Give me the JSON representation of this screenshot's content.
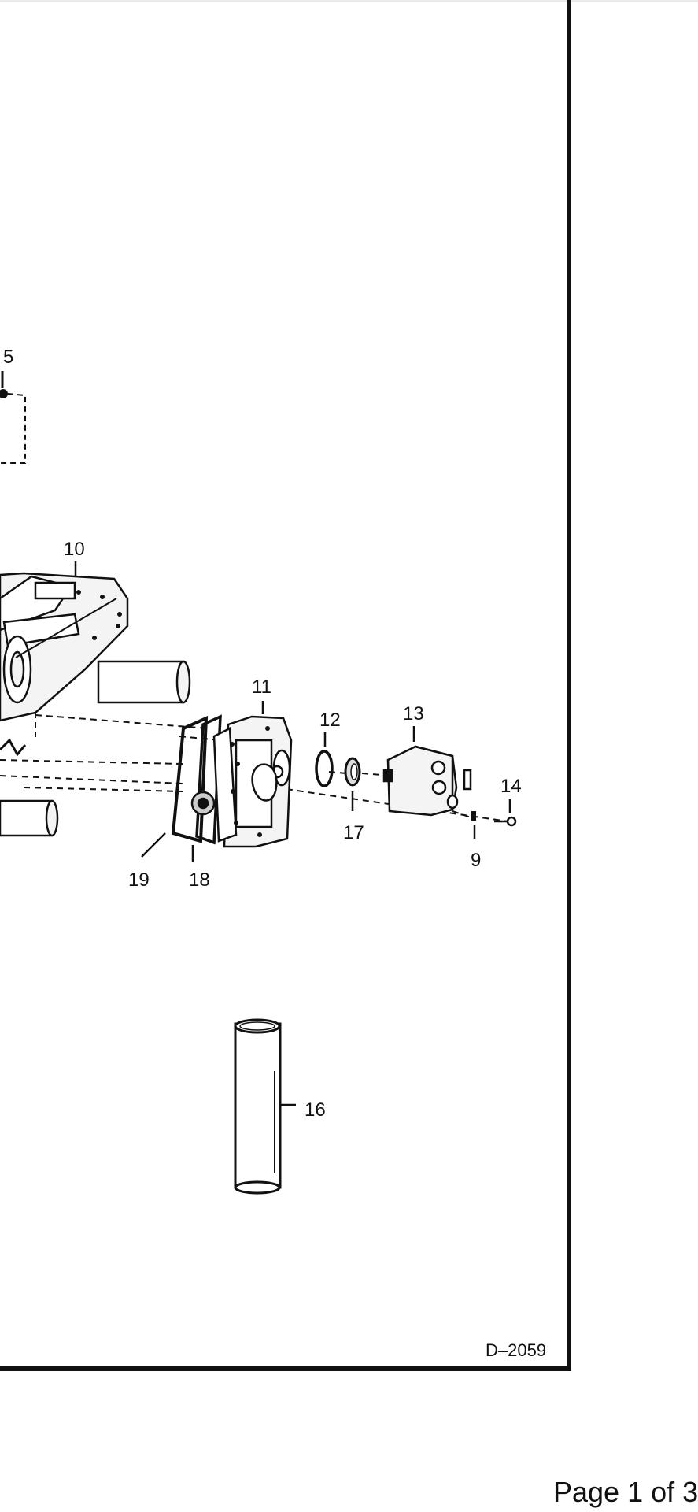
{
  "viewer": {
    "page_indicator": "Page 1 of 3"
  },
  "diagram": {
    "drawing_code": "D–2059",
    "callouts": [
      "5",
      "10",
      "11",
      "12",
      "13",
      "14",
      "17",
      "9",
      "19",
      "18",
      "16"
    ]
  },
  "colors": {
    "background": "#ffffff",
    "ink": "#111111",
    "part_fill": "#f4f4f4"
  }
}
